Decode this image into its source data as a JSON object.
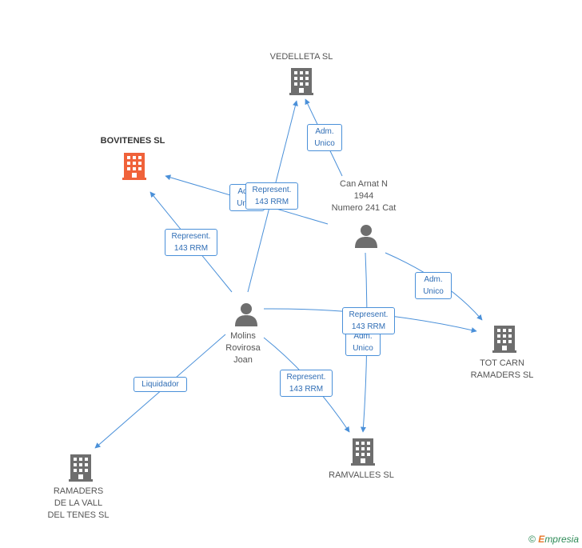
{
  "colors": {
    "edge": "#4a90d9",
    "company": "#6e6e6e",
    "company_main": "#f0623a",
    "person": "#6e6e6e"
  },
  "nodes": {
    "vedelleta": {
      "icon": "building-icon",
      "lines": [
        "VEDELLETA SL"
      ]
    },
    "bovitenes": {
      "icon": "building-icon",
      "lines": [
        "BOVITENES SL"
      ]
    },
    "can_arnat": {
      "icon": "person-icon",
      "lines": [
        "Can Arnat N",
        "1944",
        "Numero 241 Cat"
      ]
    },
    "molins": {
      "icon": "person-icon",
      "lines": [
        "Molins",
        "Rovirosa",
        "Joan"
      ]
    },
    "tot_carn": {
      "icon": "building-icon",
      "lines": [
        "TOT CARN",
        "RAMADERS SL"
      ]
    },
    "ramvalles": {
      "icon": "building-icon",
      "lines": [
        "RAMVALLES SL"
      ]
    },
    "ramaders_vall": {
      "icon": "building-icon",
      "lines": [
        "RAMADERS",
        "DE LA VALL",
        "DEL TENES SL"
      ]
    }
  },
  "edge_labels": {
    "canarnat_vedelleta": [
      "Adm.",
      "Unico"
    ],
    "canarnat_bovitenes": [
      "Adm.",
      "Unico"
    ],
    "molins_vedelleta": [
      "Represent.",
      "143 RRM"
    ],
    "molins_bovitenes": [
      "Represent.",
      "143 RRM"
    ],
    "canarnat_totcarn": [
      "Adm.",
      "Unico"
    ],
    "molins_totcarn": [
      "Represent.",
      "143 RRM"
    ],
    "canarnat_ramvalles": [
      "Adm.",
      "Unico"
    ],
    "molins_ramvalles": [
      "Represent.",
      "143 RRM"
    ],
    "molins_ramaders": [
      "Liquidador"
    ]
  },
  "footer": {
    "copyright": "©",
    "brand_initial": "E",
    "brand_rest": "mpresia"
  }
}
